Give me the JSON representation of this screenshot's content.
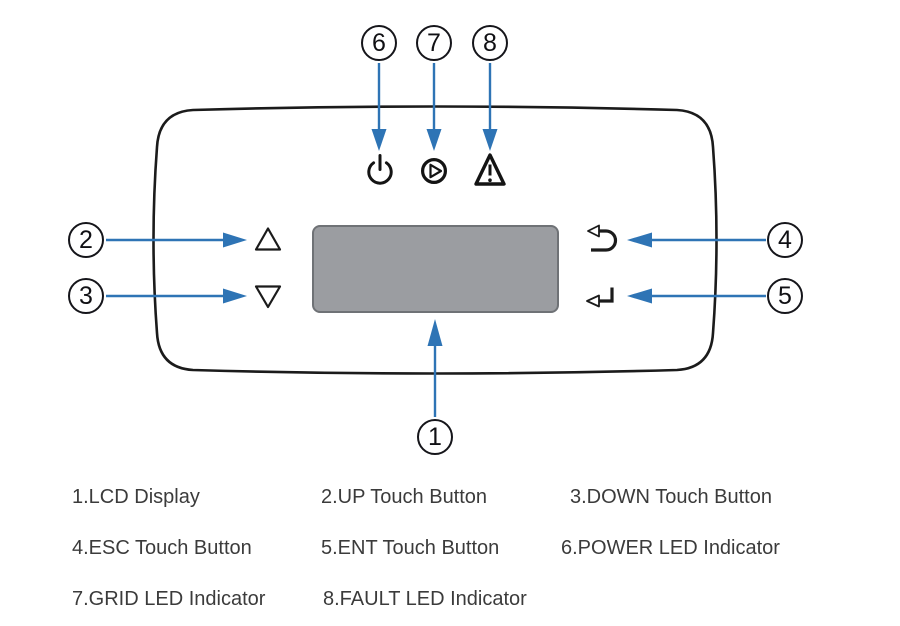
{
  "callouts": [
    "1",
    "2",
    "3",
    "4",
    "5",
    "6",
    "7",
    "8"
  ],
  "legend": {
    "items": [
      "1.LCD Display",
      "2.UP Touch Button",
      "3.DOWN Touch Button",
      "4.ESC Touch Button",
      "5.ENT Touch Button",
      "6.POWER LED Indicator",
      "7.GRID LED Indicator",
      "8.FAULT LED Indicator"
    ]
  },
  "icons": {
    "power_led": "power-icon",
    "grid_led": "grid-play-circle-icon",
    "fault_led": "fault-warning-triangle-icon",
    "up_button": "up-triangle-icon",
    "down_button": "down-triangle-icon",
    "esc_button": "esc-back-arrow-icon",
    "ent_button": "ent-enter-arrow-icon",
    "lcd": "lcd-display"
  },
  "colors": {
    "callout_arrow_blue": "#2E74B5",
    "panel_outline": "#1b1b1b",
    "lcd_fill": "#9b9da1",
    "lcd_border": "#6f7276",
    "legend_text": "#3b3b3b",
    "background": "#ffffff"
  }
}
